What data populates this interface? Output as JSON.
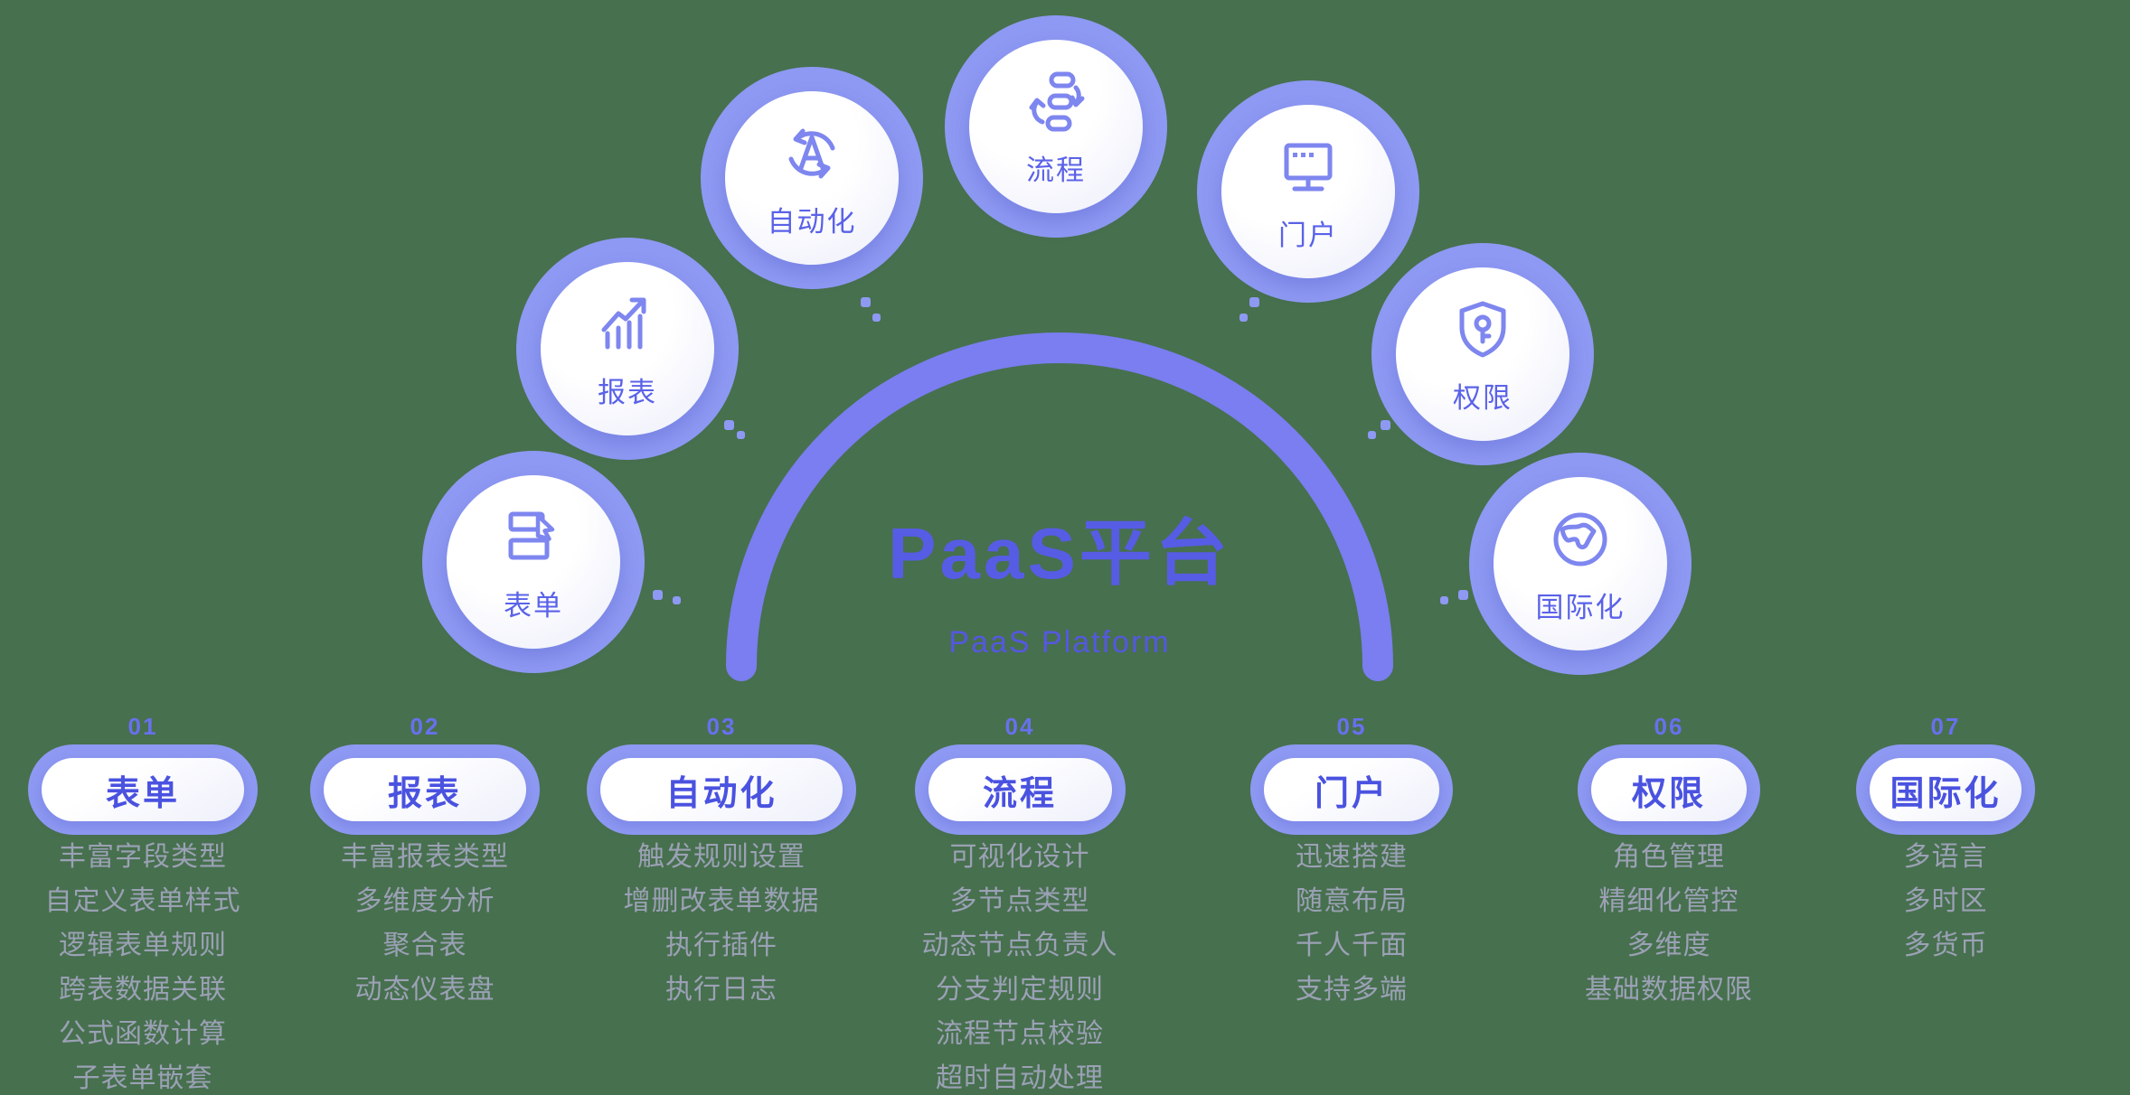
{
  "title": "PaaS平台",
  "subtitle": "PaaS Platform",
  "colors": {
    "background": "#47704E",
    "ring": "#8E99F3",
    "arc": "#7A7EF0",
    "title": "#575CE5",
    "subtitle": "#5558DF",
    "pill_text": "#4A52E0",
    "number": "#6870EE",
    "list_text": "#9BA1B5",
    "icon": "#7E86EF",
    "label": "#5A62E8"
  },
  "features": [
    {
      "key": "form",
      "number": "01",
      "name": "表单",
      "icon": "form-icon",
      "items": [
        "丰富字段类型",
        "自定义表单样式",
        "逻辑表单规则",
        "跨表数据关联",
        "公式函数计算",
        "子表单嵌套"
      ]
    },
    {
      "key": "report",
      "number": "02",
      "name": "报表",
      "icon": "report-chart-icon",
      "items": [
        "丰富报表类型",
        "多维度分析",
        "聚合表",
        "动态仪表盘"
      ]
    },
    {
      "key": "automation",
      "number": "03",
      "name": "自动化",
      "icon": "automation-icon",
      "items": [
        "触发规则设置",
        "增删改表单数据",
        "执行插件",
        "执行日志"
      ]
    },
    {
      "key": "workflow",
      "number": "04",
      "name": "流程",
      "icon": "workflow-icon",
      "items": [
        "可视化设计",
        "多节点类型",
        "动态节点负责人",
        "分支判定规则",
        "流程节点校验",
        "超时自动处理"
      ]
    },
    {
      "key": "portal",
      "number": "05",
      "name": "门户",
      "icon": "portal-monitor-icon",
      "items": [
        "迅速搭建",
        "随意布局",
        "千人千面",
        "支持多端"
      ]
    },
    {
      "key": "permission",
      "number": "06",
      "name": "权限",
      "icon": "permission-shield-icon",
      "items": [
        "角色管理",
        "精细化管控",
        "多维度",
        "基础数据权限"
      ]
    },
    {
      "key": "i18n",
      "number": "07",
      "name": "国际化",
      "icon": "i18n-globe-icon",
      "items": [
        "多语言",
        "多时区",
        "多货币"
      ]
    }
  ]
}
